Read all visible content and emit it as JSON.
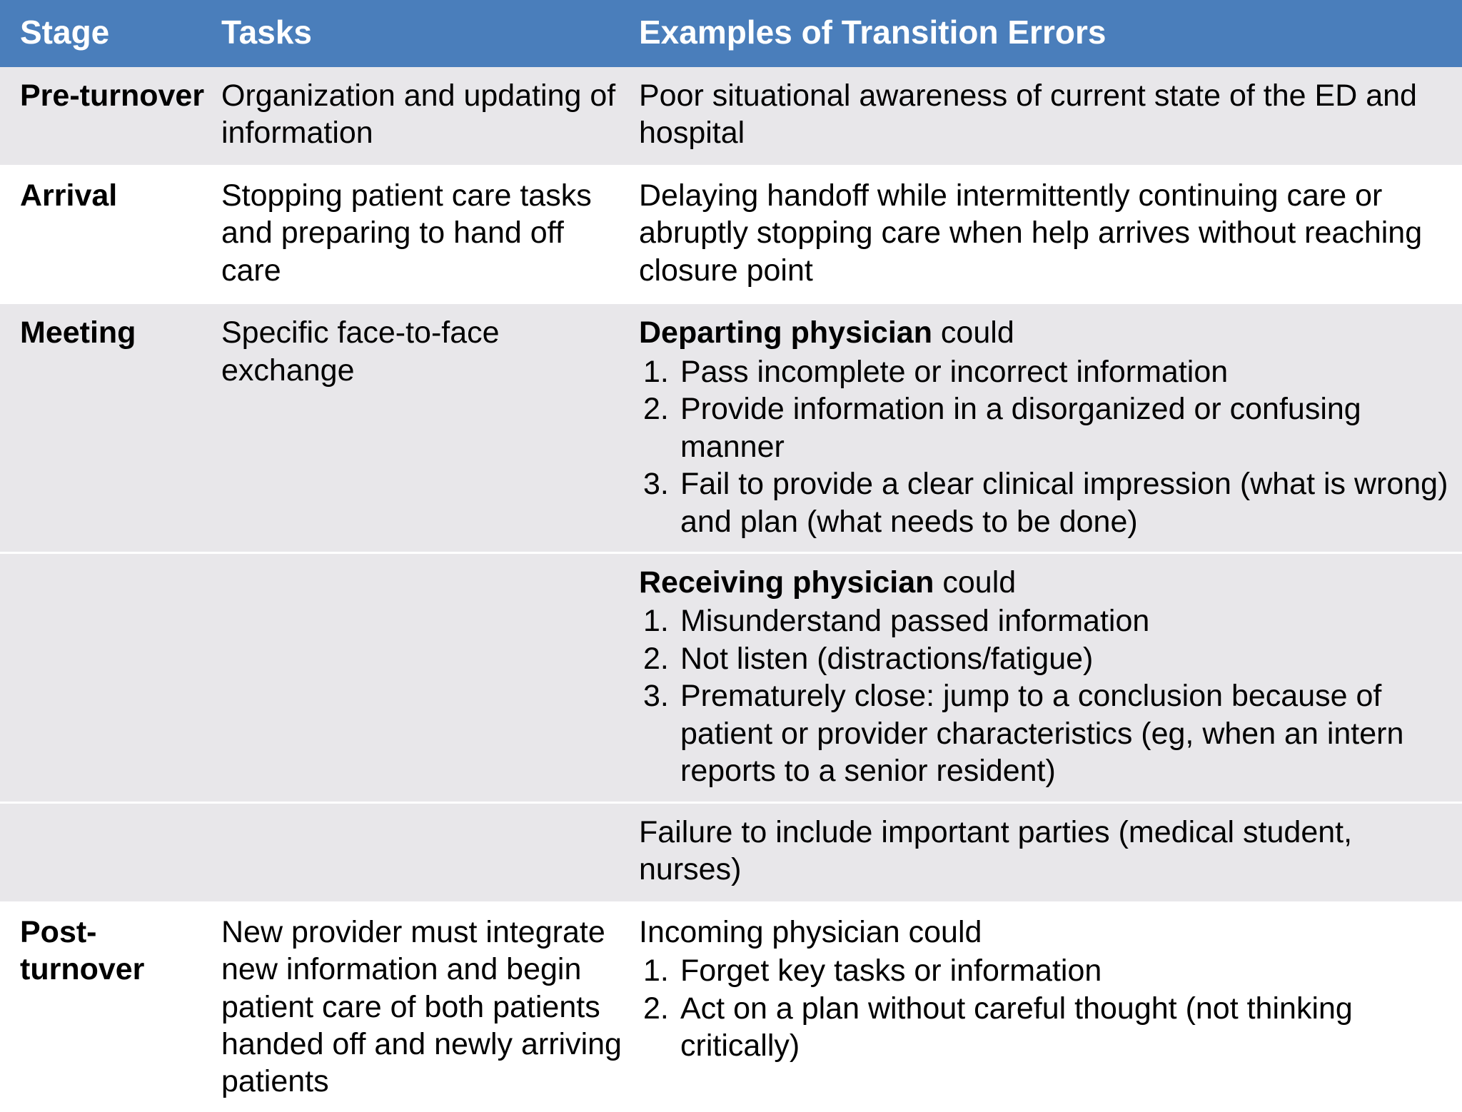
{
  "table": {
    "header": {
      "stage": "Stage",
      "tasks": "Tasks",
      "examples": "Examples of Transition Errors"
    },
    "colors": {
      "header_background": "#4a7ebb",
      "header_text": "#ffffff",
      "row_shaded": "#e8e7ea",
      "row_plain": "#ffffff",
      "body_text": "#000000"
    },
    "rows": [
      {
        "stage": "Pre-turnover",
        "tasks": "Organization and updating of information",
        "examples_lead": "Poor situational awareness of current state of the ED and hospital",
        "examples_lead_bold": "",
        "examples_items": [],
        "shaded": true
      },
      {
        "stage": "Arrival",
        "tasks": "Stopping patient care tasks and preparing to hand off care",
        "examples_lead": "Delaying handoff while intermittently continuing care or abruptly stopping care when help arrives without reaching closure point",
        "examples_lead_bold": "",
        "examples_items": [],
        "shaded": false
      },
      {
        "stage": "Meeting",
        "tasks": "Specific face-to-face exchange",
        "examples_lead_bold": "Departing physician",
        "examples_lead": " could",
        "examples_items": [
          "Pass incomplete or incorrect information",
          "Provide information in a disorganized or confusing manner",
          "Fail to provide a clear clinical impression (what is wrong) and plan (what needs to be done)"
        ],
        "shaded": true
      },
      {
        "stage": "",
        "tasks": "",
        "examples_lead_bold": "Receiving physician",
        "examples_lead": " could",
        "examples_items": [
          "Misunderstand passed information",
          "Not listen (distractions/fatigue)",
          "Prematurely close: jump to a conclusion because of patient or provider characteristics (eg, when an intern reports to a senior resident)"
        ],
        "shaded": true
      },
      {
        "stage": "",
        "tasks": "",
        "examples_lead_bold": "",
        "examples_lead": "Failure to include important parties (medical student, nurses)",
        "examples_items": [],
        "shaded": true
      },
      {
        "stage": "Post-turnover",
        "tasks": "New provider must integrate new information and begin patient care of both patients handed off and newly arriving patients",
        "examples_lead_bold": "",
        "examples_lead": "Incoming physician could",
        "examples_items": [
          "Forget key tasks or information",
          "Act on a plan without careful thought (not thinking critically)"
        ],
        "shaded": false
      }
    ],
    "list_numbers": [
      "1.",
      "2.",
      "3."
    ]
  }
}
